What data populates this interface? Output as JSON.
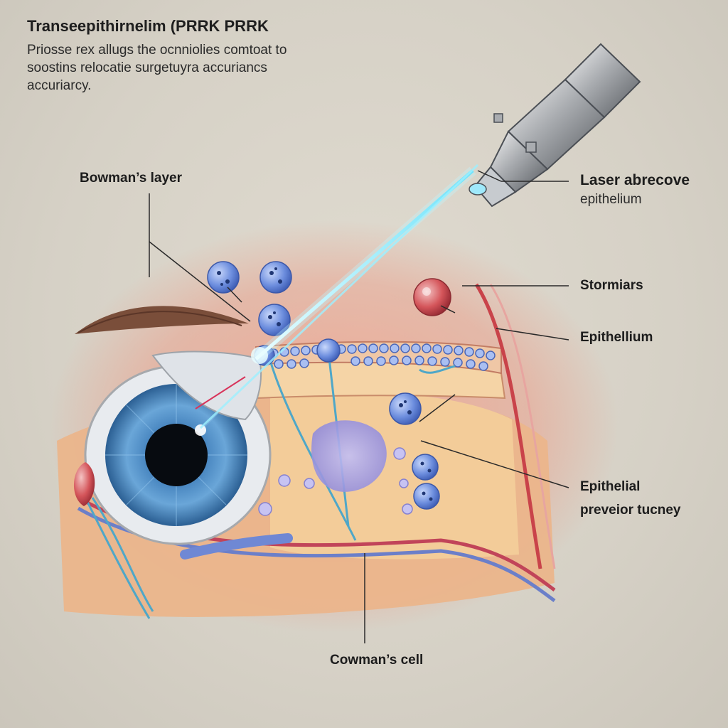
{
  "title": "Transeepithirnelim (PRRK PRRK",
  "subtitle_lines": [
    "Priosse rex allugs the ocnniolies comtoat to",
    "soostins relocatie surgetuyra accuriancs",
    "accuriarcy."
  ],
  "labels": {
    "bowmans_layer": "Bowman’s layer",
    "laser_line1": "Laser abrecove",
    "laser_line2": "epithelium",
    "stormiars": "Stormiars",
    "epithelium": "Epithellium",
    "epithelial_line1": "Epithelial",
    "epithelial_line2": "preveior tucney",
    "cowmans_cell": "Cowman’s cell"
  },
  "colors": {
    "background": "#d9d4c9",
    "laser": "#7fe8ff",
    "iris": "#3d86c6",
    "tissue": "#e9b48b",
    "cell_blue": "#5c7fd6",
    "cell_red": "#c9454b",
    "nucleus_purple": "#a7a3e6"
  }
}
